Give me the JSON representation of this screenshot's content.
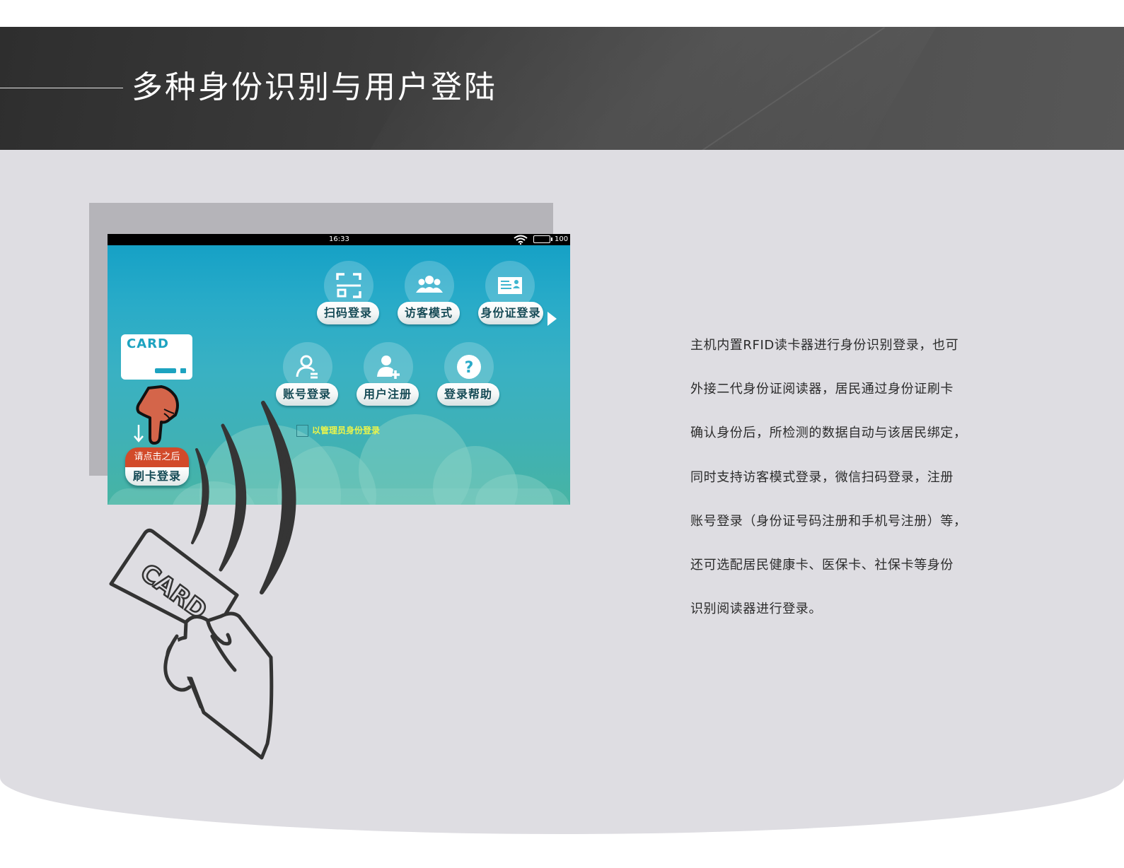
{
  "banner": {
    "title": "多种身份识别与用户登陆"
  },
  "tablet": {
    "statusbar": {
      "time": "16:33",
      "battery_level": "100",
      "wifi_icon": "wifi-icon",
      "battery_icon": "battery-icon"
    },
    "login_options": [
      {
        "label": "扫码登录",
        "icon": "qr-scan-icon"
      },
      {
        "label": "访客模式",
        "icon": "visitors-group-icon"
      },
      {
        "label": "身份证登录",
        "icon": "id-card-icon"
      },
      {
        "label": "账号登录",
        "icon": "user-account-icon"
      },
      {
        "label": "用户注册",
        "icon": "user-add-icon"
      },
      {
        "label": "登录帮助",
        "icon": "help-question-icon"
      }
    ],
    "next_arrow_icon": "chevron-right-icon",
    "admin_login": {
      "label": "以管理员身份登录",
      "checked": false
    },
    "card_graphic": {
      "text": "CARD"
    },
    "swipe_card_button": {
      "hint": "请点击之后",
      "label": "刷卡登录"
    },
    "colors": {
      "screen_top": "#129fc6",
      "screen_bottom": "#47b4a3",
      "button_text": "#154a55",
      "swipe_hint_bg": "#d24a2a",
      "admin_label": "#ecf54a",
      "pointer_hand": "#d4654a"
    }
  },
  "illustration": {
    "card_text": "CARD"
  },
  "description": {
    "lines": [
      "主机内置RFID读卡器进行身份识别登录，也可",
      "外接二代身份证阅读器，居民通过身份证刷卡",
      "确认身份后，所检测的数据自动与该居民绑定，",
      "同时支持访客模式登录，微信扫码登录，注册",
      "账号登录（身份证号码注册和手机号注册）等，",
      "还可选配居民健康卡、医保卡、社保卡等身份",
      "识别阅读器进行登录。"
    ]
  },
  "colors": {
    "banner_bg": "#3a3a3a",
    "panel_bg": "#dedde2",
    "back_frame": "#b5b4b9",
    "body_text": "#2b2b2b"
  }
}
